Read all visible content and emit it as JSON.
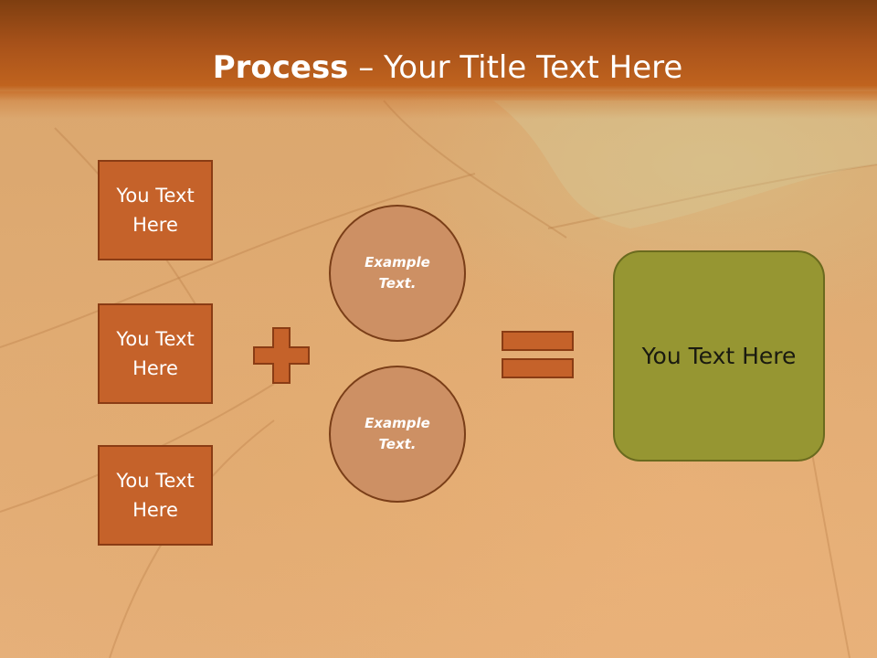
{
  "slide": {
    "title_bold": "Process",
    "title_rest": " – Your Title Text Here",
    "boxes": [
      {
        "label": "You Text Here"
      },
      {
        "label": "You Text Here"
      },
      {
        "label": "You Text Here"
      }
    ],
    "circles": [
      {
        "label": "Example Text."
      },
      {
        "label": "Example Text."
      }
    ],
    "operators": {
      "plus": "plus-sign-icon",
      "equals": "equals-sign-icon"
    },
    "result": {
      "label": "You Text Here"
    }
  },
  "colors": {
    "header": "#a8521a",
    "box_fill": "#c5622a",
    "circle_fill": "#cd9064",
    "operator_fill": "#c5622a",
    "result_fill": "#969632"
  }
}
